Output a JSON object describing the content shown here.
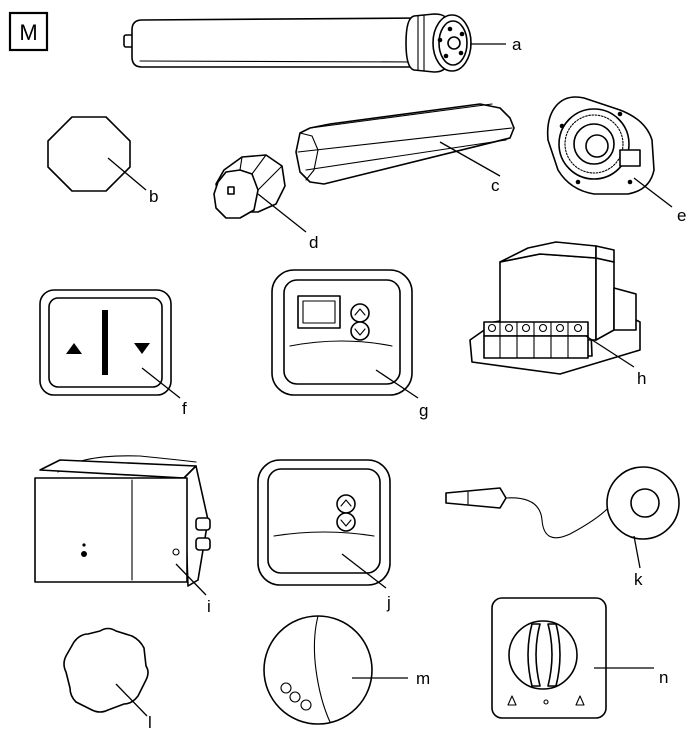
{
  "figure": {
    "badge": "M",
    "labels": {
      "a": "a",
      "b": "b",
      "c": "c",
      "d": "d",
      "e": "e",
      "f": "f",
      "g": "g",
      "h": "h",
      "i": "i",
      "j": "j",
      "k": "k",
      "l": "l",
      "m": "m",
      "n": "n"
    }
  }
}
